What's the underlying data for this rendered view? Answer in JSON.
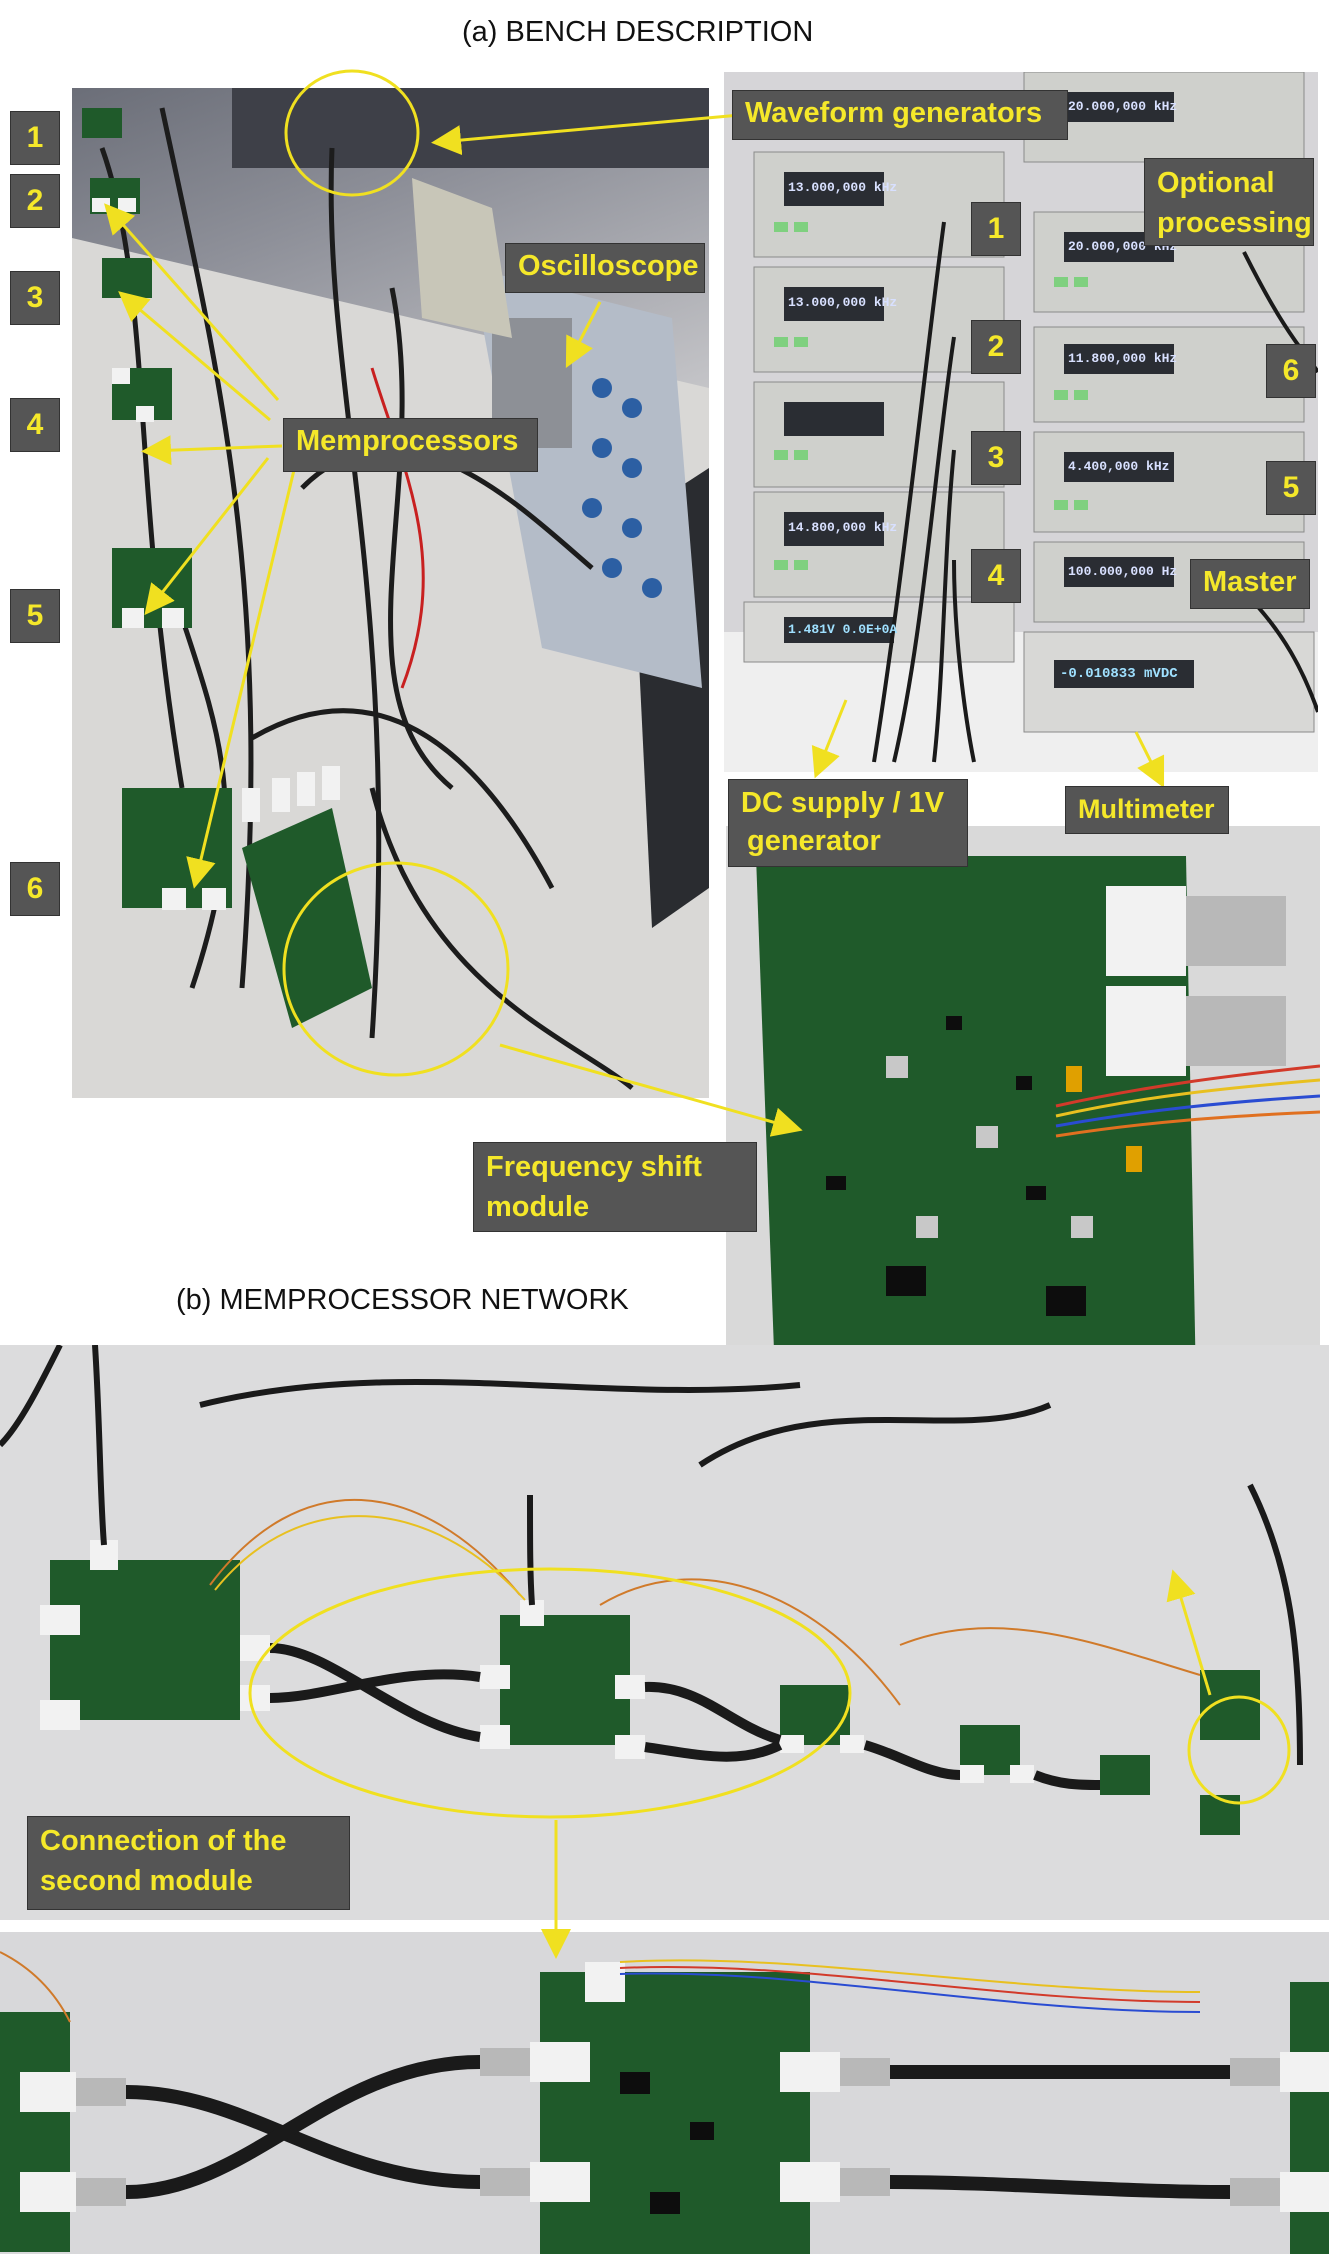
{
  "captions": {
    "a": "(a) BENCH DESCRIPTION",
    "b": "(b) MEMPROCESSOR NETWORK"
  },
  "labels": {
    "waveform_generators": "Waveform generators",
    "optional_processing_line1": "Optional",
    "optional_processing_line2": "processing",
    "oscilloscope": "Oscilloscope",
    "memprocessors": "Memprocessors",
    "master": "Master",
    "dc_supply_line1": "DC supply / 1V",
    "dc_supply_line2": "generator",
    "multimeter": "Multimeter",
    "frequency_shift_line1": "Frequency shift",
    "frequency_shift_line2": "module",
    "connection_line1": "Connection of the",
    "connection_line2": "second module"
  },
  "left_numbers": [
    "1",
    "2",
    "3",
    "4",
    "5",
    "6"
  ],
  "generator_numbers": [
    "1",
    "2",
    "3",
    "4",
    "6",
    "5"
  ],
  "instrument_readouts": {
    "gen1": "13.000,000 kHz",
    "gen2": "13.000,000 kHz",
    "gen4": "14.800,000 kHz",
    "gen_top": "20.000,000 kHz",
    "gen_opt": "20.000,000 kHz",
    "gen6": "11.800,000 kHz",
    "gen5": "4.400,000 kHz",
    "master": "100.000,000 Hz",
    "dc_supply": "1.481V  0.0E+0A",
    "multimeter": "-0.010833  mVDC"
  },
  "colors": {
    "label_bg": "#555555",
    "label_text": "#f5e82a",
    "annotation": "#f0e020",
    "pcb_green": "#1f5a2a"
  }
}
